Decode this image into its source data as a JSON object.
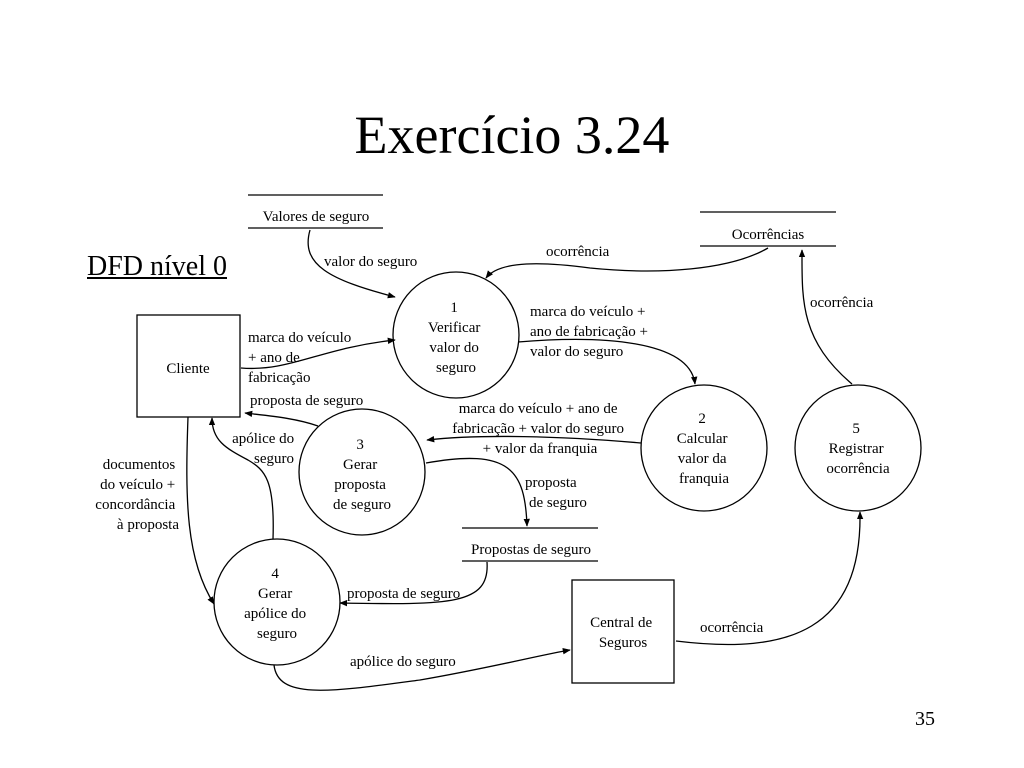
{
  "slide": {
    "title": "Exercício 3.24",
    "subtitle": "DFD nível 0",
    "page_number": "35"
  },
  "entities": {
    "cliente": "Cliente",
    "central": [
      "Central de",
      "Seguros"
    ]
  },
  "processes": {
    "p1": {
      "number": "1",
      "name": [
        "Verificar",
        "valor do",
        "seguro"
      ]
    },
    "p2": {
      "number": "2",
      "name": [
        "Calcular",
        "valor da",
        "franquia"
      ]
    },
    "p3": {
      "number": "3",
      "name": [
        "Gerar",
        "proposta",
        "de seguro"
      ]
    },
    "p4": {
      "number": "4",
      "name": [
        "Gerar",
        "apólice do",
        "seguro"
      ]
    },
    "p5": {
      "number": "5",
      "name": [
        "Registrar",
        "ocorrência"
      ]
    }
  },
  "stores": {
    "valores": "Valores de seguro",
    "ocorrencias": "Ocorrências",
    "propostas": "Propostas de seguro"
  },
  "flows": {
    "valor_do_seguro": [
      "valor do seguro"
    ],
    "ocorrencia_to_p1": [
      "ocorrência"
    ],
    "ocorrencia_p5_to_store": [
      "ocorrência"
    ],
    "marca_cliente_to_p1": [
      "marca do veículo",
      "+ ano de",
      "fabricação"
    ],
    "marca_p1_to_p2": [
      "marca do veículo +",
      "ano de fabricação +",
      "valor do seguro"
    ],
    "proposta_p3_to_cliente": [
      "proposta de seguro"
    ],
    "marca_p2_to_p3": [
      "marca do veículo + ano de",
      "fabricação + valor do seguro",
      "+ valor da franquia"
    ],
    "apolice_p4_to_cliente": [
      "apólice do",
      "seguro"
    ],
    "documentos_cliente_to_p4": [
      "documentos",
      "do veículo +",
      "concordância",
      "à proposta"
    ],
    "proposta_p3_to_store": [
      "proposta",
      "de seguro"
    ],
    "proposta_store_to_p4": [
      "proposta de seguro"
    ],
    "apolice_p4_to_central": [
      "apólice do seguro"
    ],
    "ocorrencia_central_to_p5": [
      "ocorrência"
    ]
  }
}
